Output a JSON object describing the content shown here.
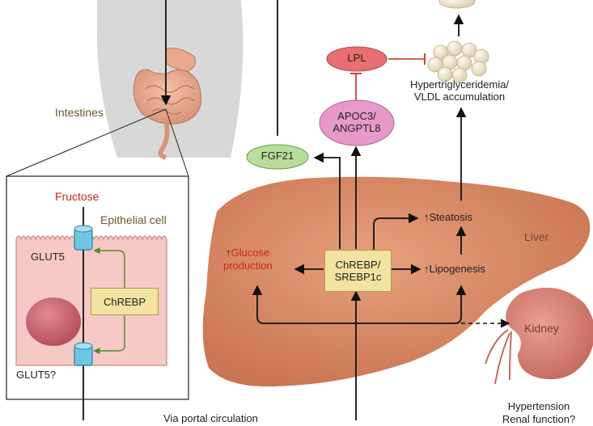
{
  "colors": {
    "red_text": "#c8281f",
    "olive_text": "#6b5a2e",
    "liver": "#d98a66",
    "kidney": "#d98779",
    "cell": "#f7c9c6",
    "box_yellow": "#f2e3a0",
    "fgf21_green": "#b9dd9a",
    "lpl_red": "#ea6f72",
    "apoc3_pink": "#e79ac9",
    "inhibit_red": "#c8281f"
  },
  "labels": {
    "intestines": "Intestines",
    "fructose": "Fructose",
    "epithelial_cell": "Epithelial cell",
    "glut5": "GLUT5",
    "glut5_q": "GLUT5?",
    "chrebp_cell": "ChREBP",
    "fgf21": "FGF21",
    "lpl": "LPL",
    "apoc3_line1": "APOC3/",
    "apoc3_line2": "ANGPTL8",
    "hyper_line1": "Hypertriglyceridemia/",
    "hyper_line2": "VLDL accumulation",
    "steatosis": "Steatosis",
    "lipogenesis": "Lipogenesis",
    "liver": "Liver",
    "glucose_line1": "Glucose",
    "glucose_line2": "production",
    "chrebp_liver_line1": "ChREBP/",
    "chrebp_liver_line2": "SREBP1c",
    "kidney": "Kidney",
    "hypertension": "Hypertension",
    "renal_function": "Renal function?",
    "portal": "Via portal circulation",
    "up_arrow": "↑"
  }
}
